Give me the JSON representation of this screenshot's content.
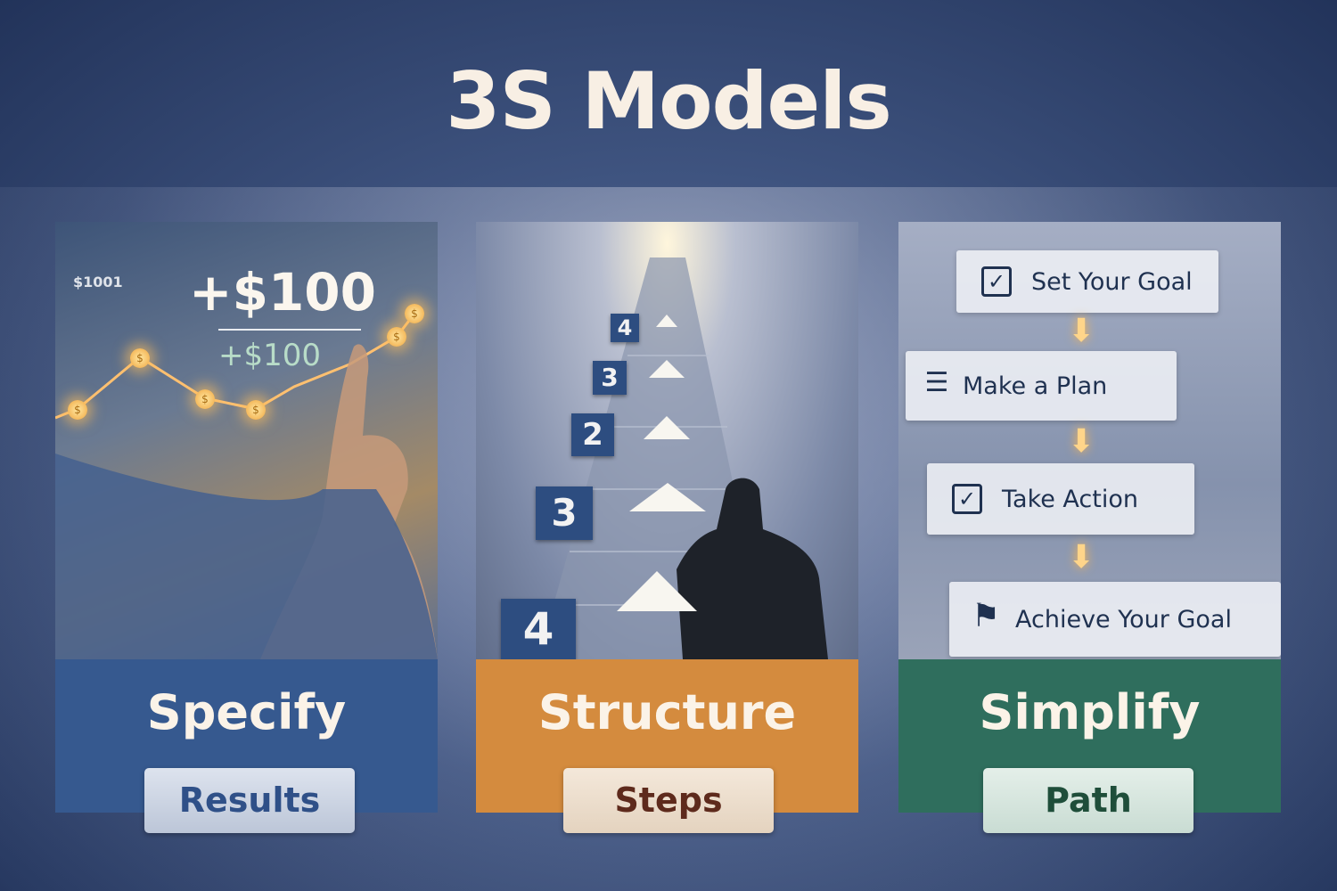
{
  "title": "3S Models",
  "panels": [
    {
      "name": "Specify",
      "badge": "Results",
      "color": "#36598f",
      "badge_text_color": "#2f5088",
      "illustration": {
        "small_label": "$1001",
        "big_value": "+$100",
        "sub_value": "+$100"
      }
    },
    {
      "name": "Structure",
      "badge": "Steps",
      "color": "#d48b3e",
      "badge_text_color": "#5e2a1c",
      "illustration": {
        "step_numbers": [
          "4",
          "3",
          "2",
          "3",
          "4"
        ]
      }
    },
    {
      "name": "Simplify",
      "badge": "Path",
      "color": "#2f6e5d",
      "badge_text_color": "#1f4e3a",
      "illustration": {
        "steps": [
          {
            "icon": "checkbox-icon",
            "label": "Set Your Goal"
          },
          {
            "icon": "list-icon",
            "label": "Make a Plan"
          },
          {
            "icon": "checkbox-icon",
            "label": "Take Action"
          },
          {
            "icon": "flag-icon",
            "label": "Achieve Your Goal"
          }
        ]
      }
    }
  ]
}
